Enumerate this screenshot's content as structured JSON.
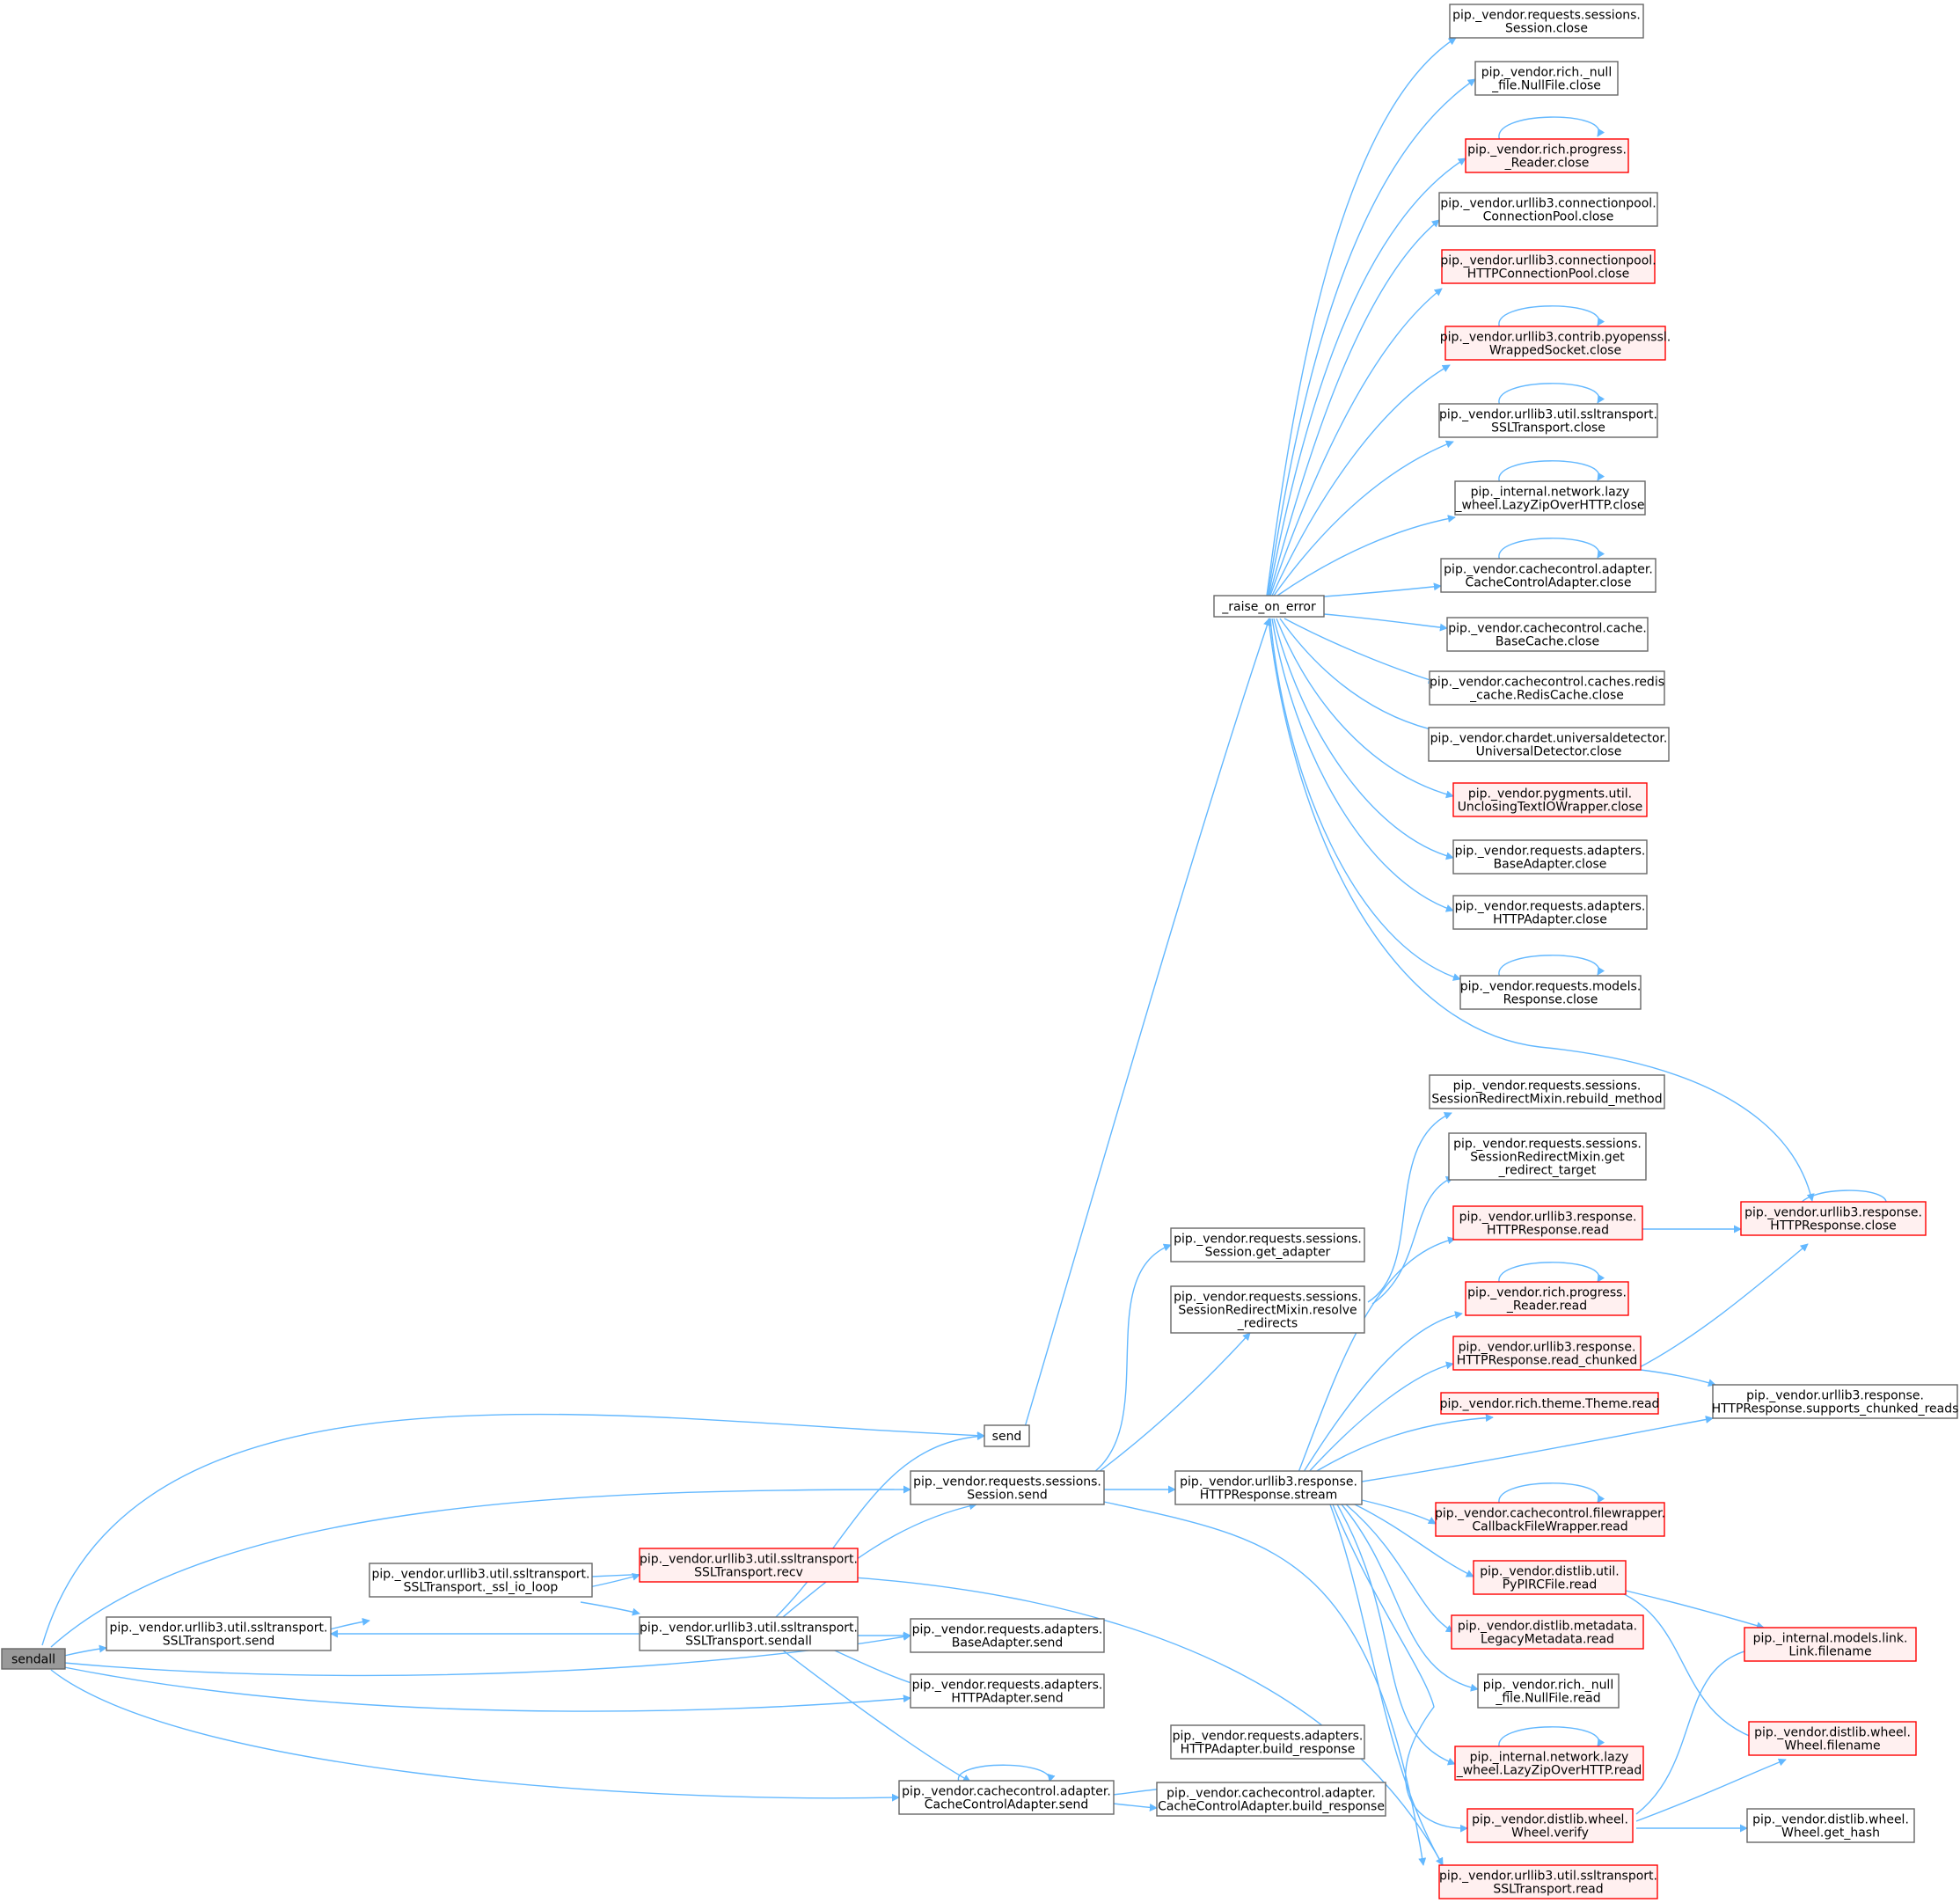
{
  "colors": {
    "edge": "#63b8ff",
    "node_border": "#666666",
    "node_fill": "#ffffff",
    "highlight_border": "#ff0000",
    "highlight_fill": "#fff0f0",
    "root_fill": "#999999"
  },
  "nodes": {
    "sendall": [
      "sendall"
    ],
    "sslsend": [
      "pip._vendor.urllib3.util.ssltransport.",
      "SSLTransport.send"
    ],
    "sslio": [
      "pip._vendor.urllib3.util.ssltransport.",
      "SSLTransport._ssl_io_loop"
    ],
    "sslrecv": [
      "pip._vendor.urllib3.util.ssltransport.",
      "SSLTransport.recv"
    ],
    "sslsendall": [
      "pip._vendor.urllib3.util.ssltransport.",
      "SSLTransport.sendall"
    ],
    "send": [
      "send"
    ],
    "sessend": [
      "pip._vendor.requests.sessions.",
      "Session.send"
    ],
    "basesend": [
      "pip._vendor.requests.adapters.",
      "BaseAdapter.send"
    ],
    "httpsend": [
      "pip._vendor.requests.adapters.",
      "HTTPAdapter.send"
    ],
    "ccsend": [
      "pip._vendor.cachecontrol.adapter.",
      "CacheControlAdapter.send"
    ],
    "httpbuild": [
      "pip._vendor.requests.adapters.",
      "HTTPAdapter.build_response"
    ],
    "ccbuild": [
      "pip._vendor.cachecontrol.adapter.",
      "CacheControlAdapter.build_response"
    ],
    "getadapter": [
      "pip._vendor.requests.sessions.",
      "Session.get_adapter"
    ],
    "resolve": [
      "pip._vendor.requests.sessions.",
      "SessionRedirectMixin.resolve",
      "_redirects"
    ],
    "stream": [
      "pip._vendor.urllib3.response.",
      "HTTPResponse.stream"
    ],
    "raise": [
      "_raise_on_error"
    ],
    "c_session": [
      "pip._vendor.requests.sessions.",
      "Session.close"
    ],
    "c_nullfile": [
      "pip._vendor.rich._null",
      "_file.NullFile.close"
    ],
    "c_reader": [
      "pip._vendor.rich.progress.",
      "_Reader.close"
    ],
    "c_connpool": [
      "pip._vendor.urllib3.connectionpool.",
      "ConnectionPool.close"
    ],
    "c_httpconnpool": [
      "pip._vendor.urllib3.connectionpool.",
      "HTTPConnectionPool.close"
    ],
    "c_wrapped": [
      "pip._vendor.urllib3.contrib.pyopenssl.",
      "WrappedSocket.close"
    ],
    "c_ssltrans": [
      "pip._vendor.urllib3.util.ssltransport.",
      "SSLTransport.close"
    ],
    "c_lazyzip": [
      "pip._internal.network.lazy",
      "_wheel.LazyZipOverHTTP.close"
    ],
    "c_ccadapter": [
      "pip._vendor.cachecontrol.adapter.",
      "CacheControlAdapter.close"
    ],
    "c_basecache": [
      "pip._vendor.cachecontrol.cache.",
      "BaseCache.close"
    ],
    "c_redis": [
      "pip._vendor.cachecontrol.caches.redis",
      "_cache.RedisCache.close"
    ],
    "c_universal": [
      "pip._vendor.chardet.universaldetector.",
      "UniversalDetector.close"
    ],
    "c_unclosing": [
      "pip._vendor.pygments.util.",
      "UnclosingTextIOWrapper.close"
    ],
    "c_baseadapter": [
      "pip._vendor.requests.adapters.",
      "BaseAdapter.close"
    ],
    "c_httpadapter": [
      "pip._vendor.requests.adapters.",
      "HTTPAdapter.close"
    ],
    "c_response": [
      "pip._vendor.requests.models.",
      "Response.close"
    ],
    "rebuild": [
      "pip._vendor.requests.sessions.",
      "SessionRedirectMixin.rebuild_method"
    ],
    "gettarget": [
      "pip._vendor.requests.sessions.",
      "SessionRedirectMixin.get",
      "_redirect_target"
    ],
    "hread": [
      "pip._vendor.urllib3.response.",
      "HTTPResponse.read"
    ],
    "hclose": [
      "pip._vendor.urllib3.response.",
      "HTTPResponse.close"
    ],
    "rread": [
      "pip._vendor.rich.progress.",
      "_Reader.read"
    ],
    "hchunked": [
      "pip._vendor.urllib3.response.",
      "HTTPResponse.read_chunked"
    ],
    "supports": [
      "pip._vendor.urllib3.response.",
      "HTTPResponse.supports_chunked_reads"
    ],
    "theme": [
      "pip._vendor.rich.theme.Theme.read"
    ],
    "cbfw": [
      "pip._vendor.cachecontrol.filewrapper.",
      "CallbackFileWrapper.read"
    ],
    "pypirc": [
      "pip._vendor.distlib.util.",
      "PyPIRCFile.read"
    ],
    "linkfn": [
      "pip._internal.models.link.",
      "Link.filename"
    ],
    "legacy": [
      "pip._vendor.distlib.metadata.",
      "LegacyMetadata.read"
    ],
    "nullread": [
      "pip._vendor.rich._null",
      "_file.NullFile.read"
    ],
    "wheelfn": [
      "pip._vendor.distlib.wheel.",
      "Wheel.filename"
    ],
    "lazyread": [
      "pip._internal.network.lazy",
      "_wheel.LazyZipOverHTTP.read"
    ],
    "verify": [
      "pip._vendor.distlib.wheel.",
      "Wheel.verify"
    ],
    "gethash": [
      "pip._vendor.distlib.wheel.",
      "Wheel.get_hash"
    ],
    "sslread": [
      "pip._vendor.urllib3.util.ssltransport.",
      "SSLTransport.read"
    ]
  }
}
